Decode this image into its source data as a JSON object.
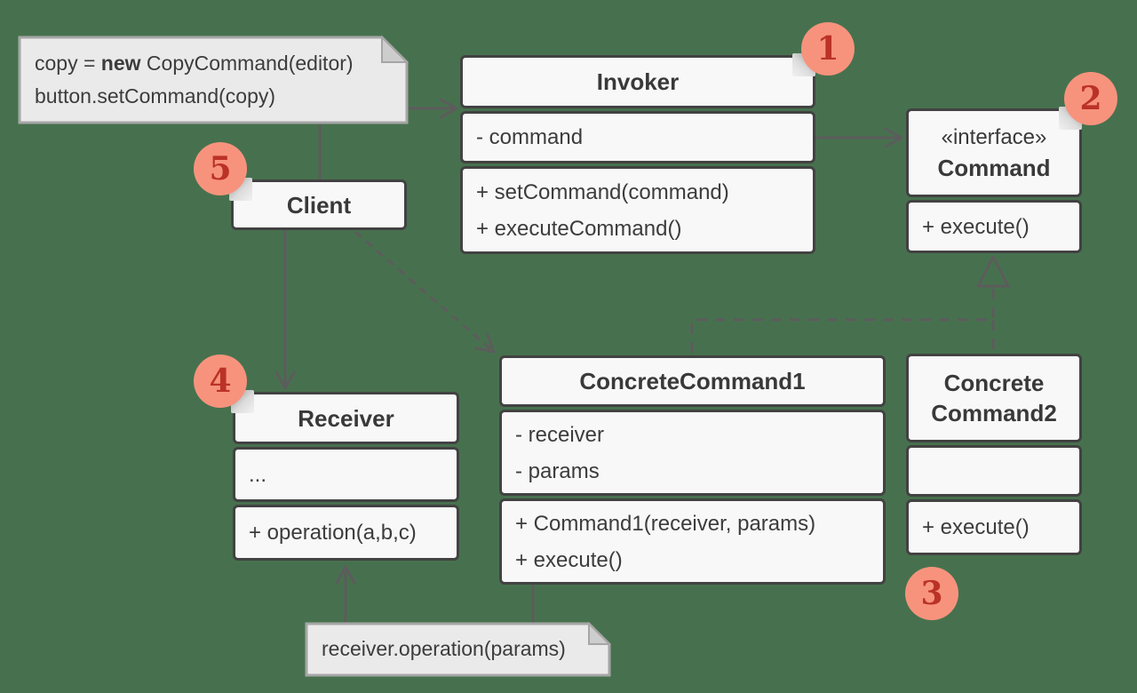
{
  "colors": {
    "background": "#47714e",
    "box_fill": "#f8f8f8",
    "box_border": "#424242",
    "note_fill": "#eaeaea",
    "note_border": "#a6a6a6",
    "connector": "#5c5c5c",
    "badge_fill": "#f7937d",
    "badge_text": "#bb3226",
    "text": "#3c3c3c"
  },
  "notes": {
    "client_code": {
      "line1_pre": "copy = ",
      "line1_keyword": "new",
      "line1_post": " CopyCommand(editor)",
      "line2": "button.setCommand(copy)"
    },
    "receiver_call": {
      "text": "receiver.operation(params)"
    }
  },
  "classes": {
    "invoker": {
      "name": "Invoker",
      "attributes": [
        "- command"
      ],
      "methods": [
        "+ setCommand(command)",
        "+ executeCommand()"
      ]
    },
    "command": {
      "stereotype": "«interface»",
      "name": "Command",
      "methods": [
        "+ execute()"
      ]
    },
    "client": {
      "name": "Client"
    },
    "receiver": {
      "name": "Receiver",
      "attributes": [
        "..."
      ],
      "methods": [
        "+ operation(a,b,c)"
      ]
    },
    "concrete_command1": {
      "name": "ConcreteCommand1",
      "attributes": [
        "- receiver",
        "- params"
      ],
      "methods": [
        "+ Command1(receiver, params)",
        "+ execute()"
      ]
    },
    "concrete_command2": {
      "name_lines": [
        "Concrete",
        "Command2"
      ],
      "attributes": [],
      "methods": [
        "+ execute()"
      ]
    }
  },
  "badges": {
    "b1": "1",
    "b2": "2",
    "b3": "3",
    "b4": "4",
    "b5": "5"
  }
}
